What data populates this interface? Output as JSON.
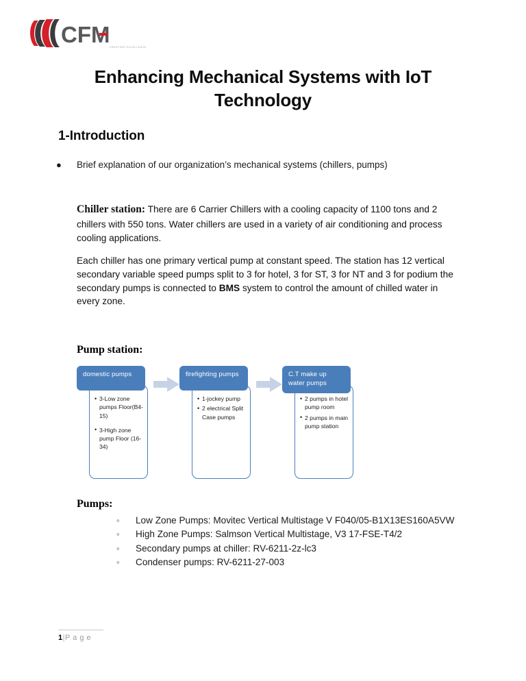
{
  "logo": {
    "name": "cfm-logo",
    "text": "CFM",
    "tagline": "CREATING EXCELLENCE",
    "colors": {
      "mark_red": "#D3202A",
      "mark_dark": "#3B3B3B",
      "wordmark": "#58595B"
    }
  },
  "document": {
    "title": "Enhancing Mechanical Systems with IoT Technology",
    "section_heading": "1-Introduction",
    "intro_bullet": "Brief explanation of our organization’s mechanical systems (chillers, pumps)",
    "chiller": {
      "label": "Chiller station:",
      "text": " There are 6 Carrier Chillers with a cooling capacity of 1100 tons and 2 chillers with 550 tons. Water chillers are used in a variety of air conditioning and process cooling applications."
    },
    "secondary": {
      "part1": "Each chiller has one primary vertical pump at constant speed. The station has 12 vertical secondary variable speed pumps split to 3 for hotel, 3 for ST, 3 for NT and 3 for podium the secondary pumps is connected to ",
      "bold": "BMS",
      "part2": " system to control the amount of chilled water in every zone."
    },
    "pump_station_heading": "Pump station:",
    "pumps_heading": "Pumps:"
  },
  "diagram": {
    "accent": "#4A7EBB",
    "arrow_color": "#C6D3E6",
    "nodes": [
      {
        "caption": "domestic pumps",
        "items": [
          "3-Low zone pumps Floor(B4-15)",
          "3-High zone pump  Floor (16-34)"
        ]
      },
      {
        "caption": "firefighting pumps",
        "items": [
          "1-jockey pump",
          "2 electrical Split Case pumps"
        ]
      },
      {
        "caption": "C.T make up water pumps",
        "items": [
          "2 pumps in hotel pump room",
          "2 pumps in main pump station"
        ]
      }
    ]
  },
  "pump_list": [
    "Low Zone Pumps: Movitec Vertical Multistage V F040/05-B1X13ES160A5VW",
    "High Zone Pumps: Salmson Vertical Multistage, V3 17-FSE-T4/2",
    "Secondary pumps at chiller: RV-6211-2z-lc3",
    "Condenser pumps: RV-6211-27-003"
  ],
  "footer": {
    "page_number": "1",
    "separator": "|",
    "page_label": "P a g e"
  }
}
